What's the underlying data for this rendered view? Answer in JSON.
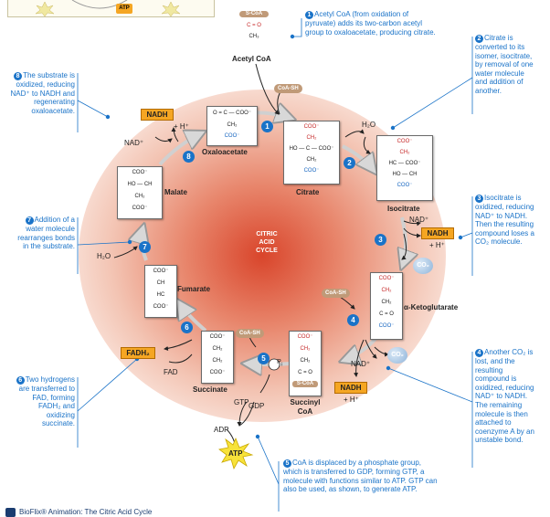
{
  "cycle_title": [
    "CITRIC",
    "ACID",
    "CYCLE"
  ],
  "footer": "BioFlix® Animation: The Citric Acid Cycle",
  "top_atp": "ATP",
  "molecules": {
    "acetyl_coa": {
      "name": "Acetyl CoA",
      "rows": [
        "S-CoA",
        "C = O",
        "CH₃"
      ]
    },
    "oxaloacetate": {
      "name": "Oxaloacetate",
      "rows": [
        "O = C — COO⁻",
        "CH₂",
        "COO⁻"
      ]
    },
    "citrate": {
      "name": "Citrate",
      "rows": [
        "COO⁻",
        "CH₂",
        "HO — C — COO⁻",
        "CH₂",
        "COO⁻"
      ]
    },
    "isocitrate": {
      "name": "Isocitrate",
      "rows": [
        "COO⁻",
        "CH₂",
        "HC — COO⁻",
        "HO — CH",
        "COO⁻"
      ]
    },
    "alpha_ketoglutarate": {
      "name": "α-Ketoglutarate",
      "rows": [
        "COO⁻",
        "CH₂",
        "CH₂",
        "C = O",
        "COO⁻"
      ]
    },
    "succinyl_coa": {
      "name": "Succinyl CoA",
      "rows": [
        "COO⁻",
        "CH₂",
        "CH₂",
        "C = O",
        "S-CoA"
      ]
    },
    "succinate": {
      "name": "Succinate",
      "rows": [
        "COO⁻",
        "CH₂",
        "CH₂",
        "COO⁻"
      ]
    },
    "fumarate": {
      "name": "Fumarate",
      "rows": [
        "COO⁻",
        "CH",
        "HC",
        "COO⁻"
      ]
    },
    "malate": {
      "name": "Malate",
      "rows": [
        "COO⁻",
        "HO — CH",
        "CH₂",
        "COO⁻"
      ]
    }
  },
  "labels": {
    "coa_sh": "CoA-SH",
    "h2o": "H₂O",
    "nad_plus": "NAD⁺",
    "nadh": "NADH",
    "h_plus": "+ H⁺",
    "co2": "CO₂",
    "fadh2": "FADH₂",
    "fad": "FAD",
    "gtp": "GTP",
    "gdp": "GDP",
    "pi": "P",
    "pi_sub": "i",
    "adp": "ADP",
    "atp": "ATP"
  },
  "steps": [
    "1",
    "2",
    "3",
    "4",
    "5",
    "6",
    "7",
    "8"
  ],
  "notes": {
    "n1": "Acetyl CoA (from oxidation of pyruvate) adds its two-carbon acetyl group to oxaloacetate, producing citrate.",
    "n2": "Citrate is converted to its isomer, isocitrate, by removal of one water molecule and addition of another.",
    "n3": "Isocitrate is oxidized, reducing NAD⁺ to NADH. Then the resulting compound loses a CO₂ molecule.",
    "n4": "Another CO₂ is lost, and the resulting compound is oxidized, reducing NAD⁺ to NADH. The remaining molecule is then attached to coenzyme A by an unstable bond.",
    "n5": "CoA is displaced by a phosphate group, which is transferred to GDP, forming GTP, a molecule with functions similar to ATP. GTP can also be used, as shown, to generate ATP.",
    "n6": "Two hydrogens are transferred to FAD, forming FADH₂ and oxidizing succinate.",
    "n7": "Addition of a water molecule rearranges bonds in the substrate.",
    "n8": "The substrate is oxidized, reducing NAD⁺ to NADH and regenerating oxaloacetate."
  },
  "colors": {
    "step_blue": "#1a73c8",
    "cofactor_orange": "#f5a623",
    "cycle_red": "#d9452b",
    "coa_tan": "#c09a78"
  }
}
